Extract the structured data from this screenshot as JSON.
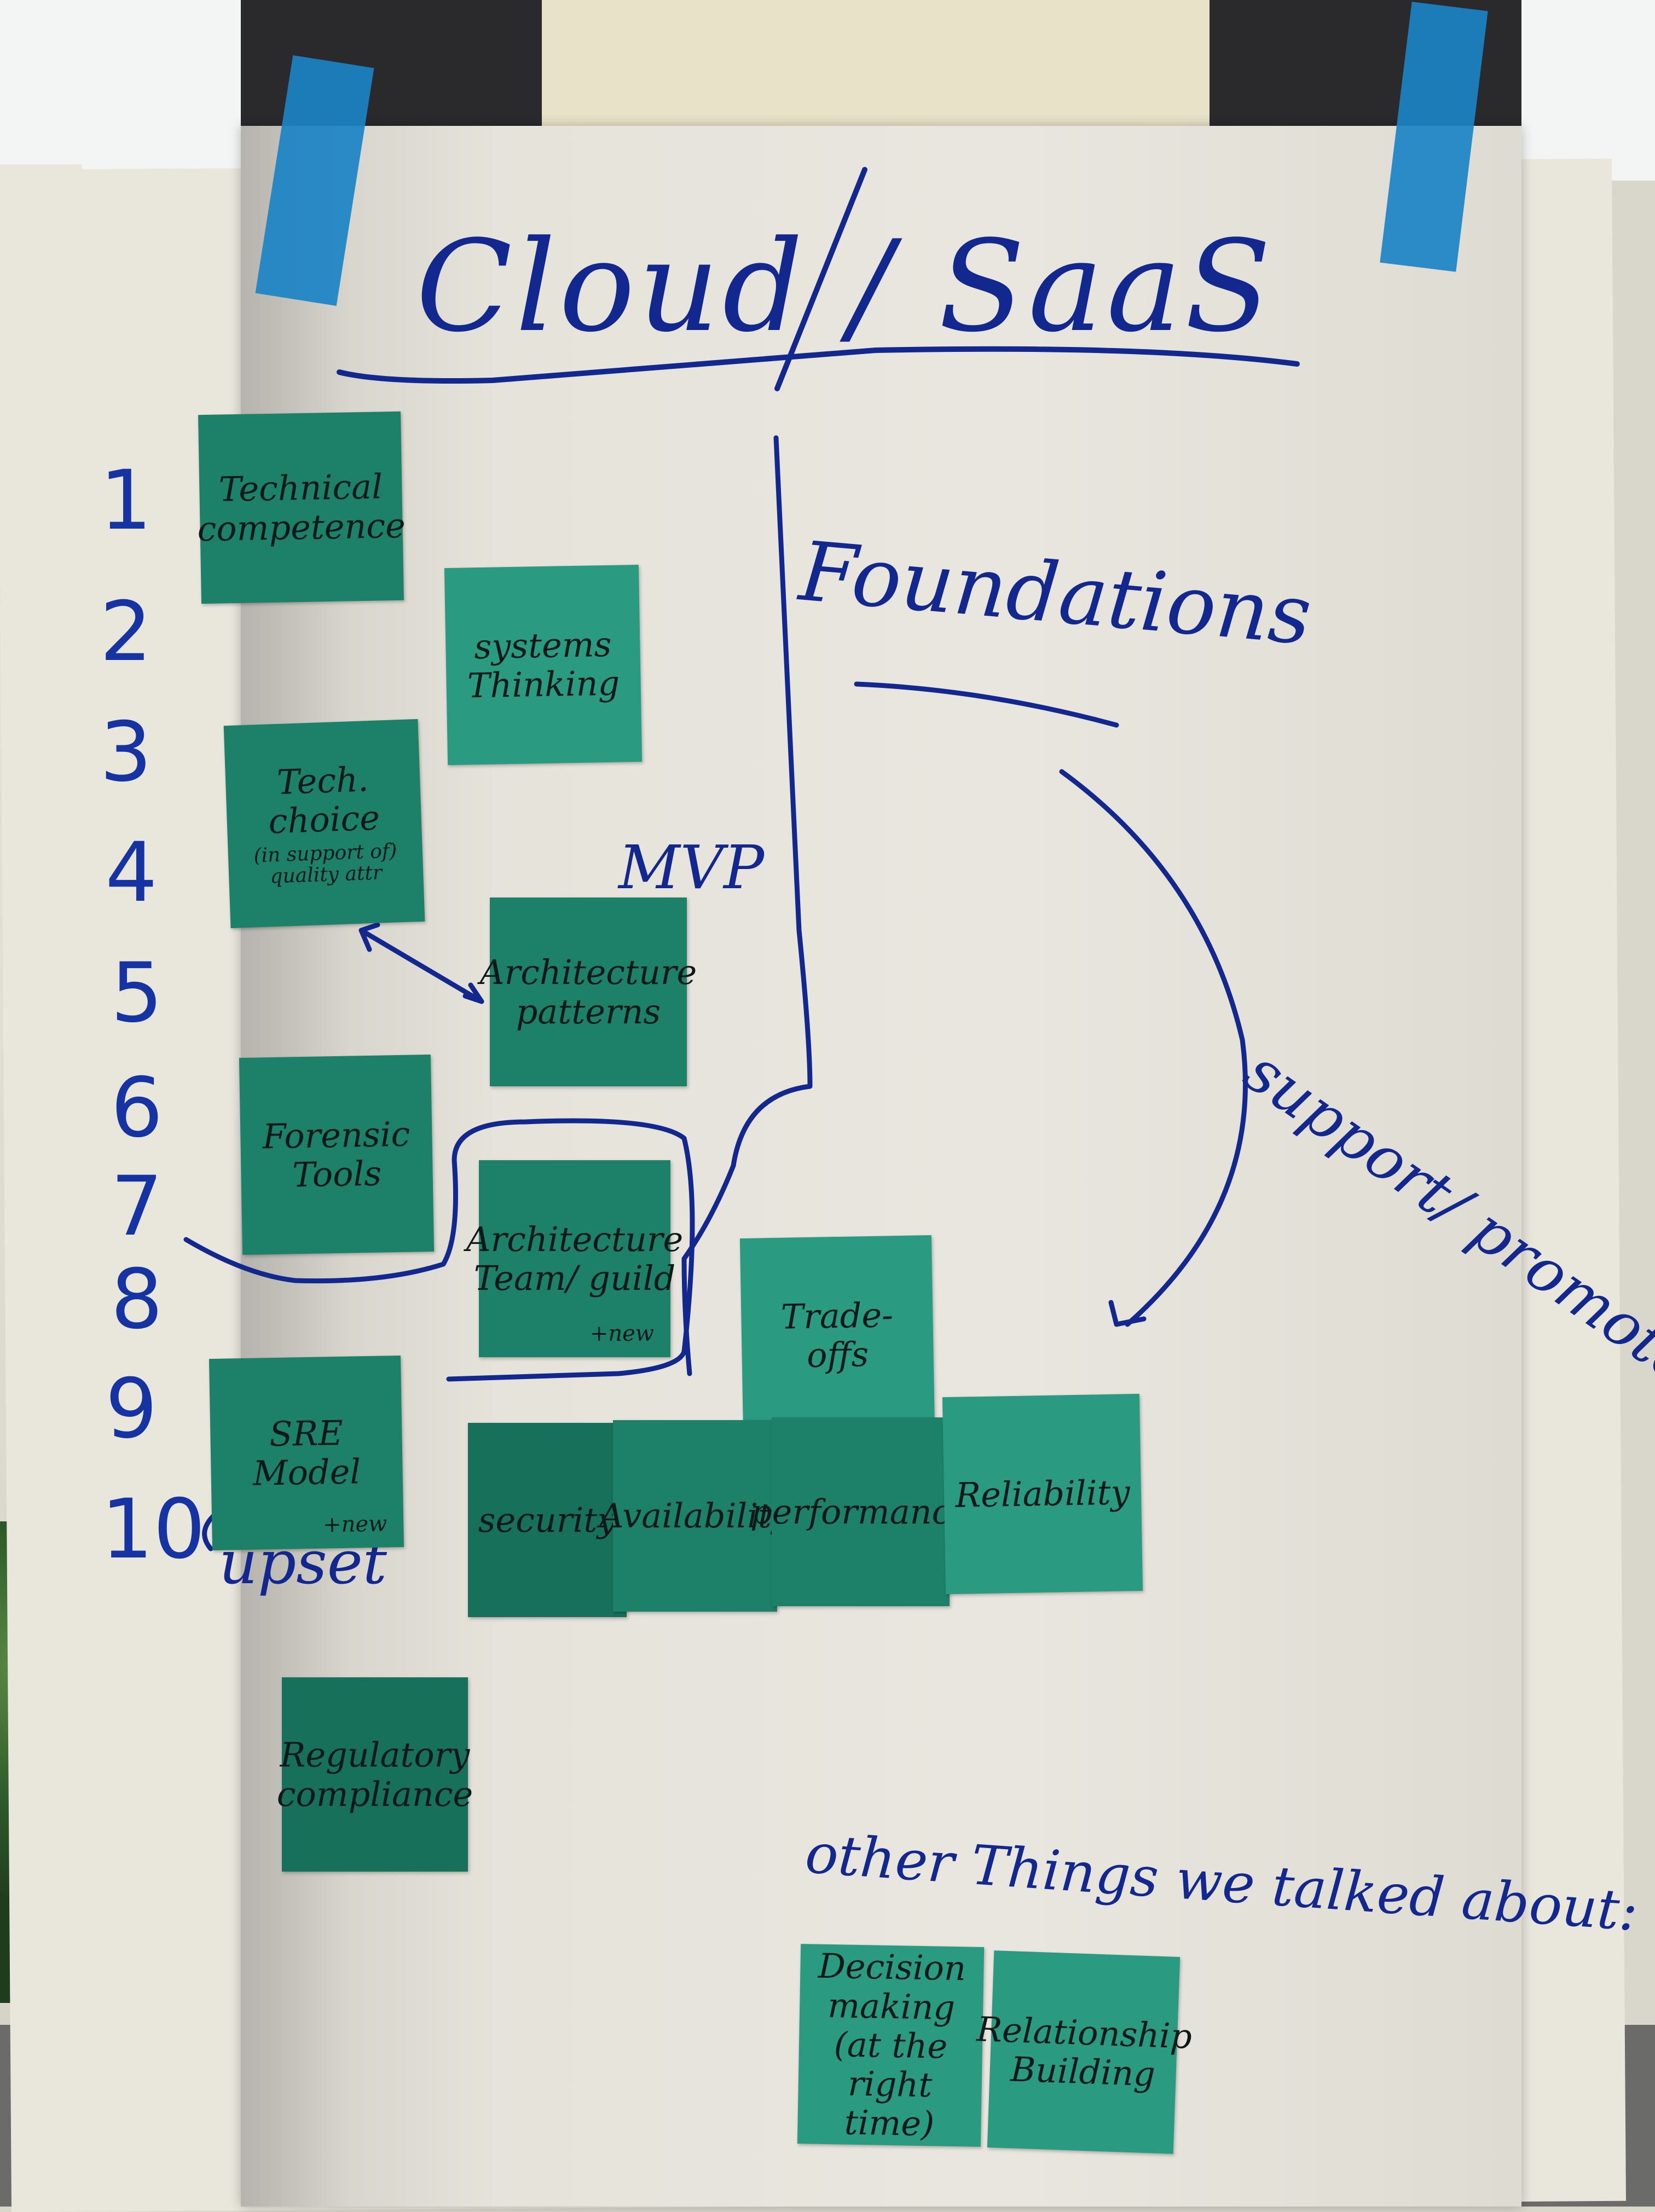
{
  "board": {
    "title": "Cloud / SaaS",
    "foundations_label": "Foundations",
    "mvp_label": "MVP",
    "support_label": "support/ promote",
    "upset_label": "upset",
    "other_label": "other Things we talked about:"
  },
  "row_numbers": [
    "1",
    "2",
    "3",
    "4",
    "5",
    "6",
    "7",
    "8",
    "9",
    "10"
  ],
  "notes": {
    "technical": "Technical competence",
    "systems": "systems Thinking",
    "tech_choice": "Tech. choice",
    "tech_choice_sub": "(in support of) quality attr",
    "arch_patterns": "Architecture patterns",
    "forensic": "Forensic Tools",
    "arch_team": "Architecture Team/ guild",
    "arch_team_mark": "+new",
    "sre": "SRE Model",
    "sre_mark": "+new",
    "tradeoffs": "Trade- offs",
    "security": "security",
    "availability": "Availability",
    "performance": "performance",
    "reliability": "Reliability",
    "regulatory": "Regulatory compliance",
    "decision": "Decision making (at the right time)",
    "relationship": "Relationship Building"
  },
  "colors": {
    "marker": "#13288f",
    "sticky_note": "#1d8068",
    "tape": "#1b83c4",
    "paper": "#e8e6de"
  }
}
